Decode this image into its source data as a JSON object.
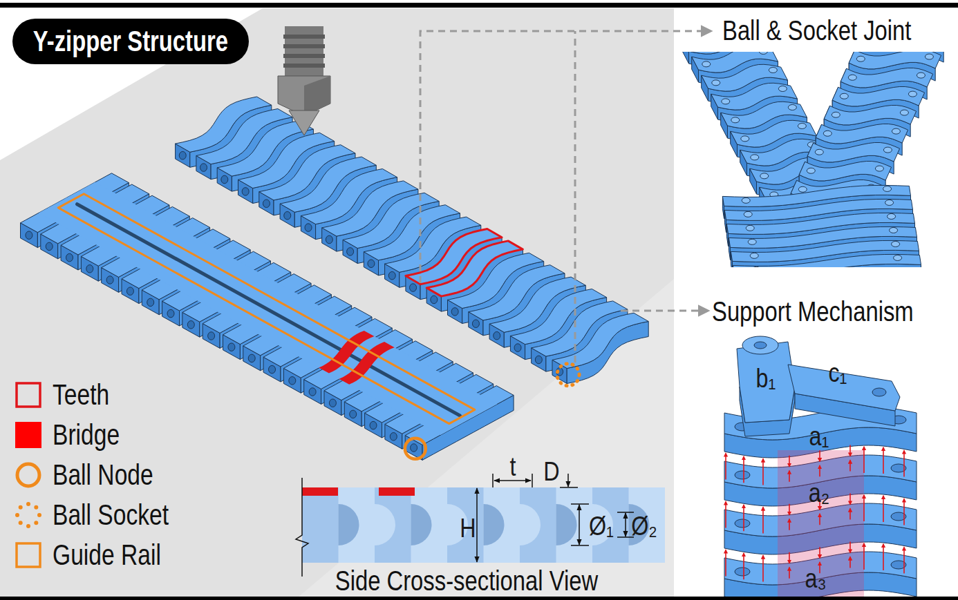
{
  "diagram": {
    "title": "Y-zipper Structure",
    "nodes": [
      {
        "text": [
          "Ball & Socket Joint"
        ]
      },
      {
        "text": [
          "Support Mechanism"
        ]
      },
      {
        "text": [
          "Side Cross-sectional View"
        ]
      }
    ],
    "labels": [
      "t",
      "D",
      "H",
      "Ø₁",
      "Ø₂",
      "b₁",
      "c₁",
      "a₁",
      "a₂",
      "a₃"
    ],
    "legend": [
      {
        "text": "Teeth"
      },
      {
        "text": "Bridge",
        "color": "#ff0000"
      },
      {
        "text": "Ball Node"
      },
      {
        "text": "Ball Socket"
      },
      {
        "text": "Guide Rail"
      }
    ]
  }
}
